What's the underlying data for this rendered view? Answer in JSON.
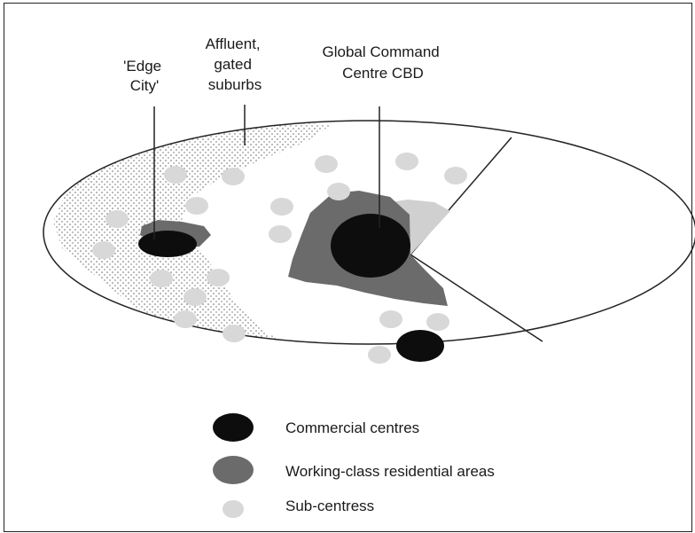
{
  "labels": {
    "edge_city": [
      "'Edge",
      "City'"
    ],
    "affluent_suburbs": [
      "Affluent,",
      "gated",
      "suburbs"
    ],
    "cbd": [
      "Global Command",
      "Centre CBD"
    ]
  },
  "legend": [
    {
      "key": "commercial",
      "label": "Commercial centres",
      "color": "#0d0d0d"
    },
    {
      "key": "working_class",
      "label": "Working-class residential areas",
      "color": "#6b6b6b"
    },
    {
      "key": "sub_centres",
      "label": "Sub-centress",
      "color": "#d8d8d8"
    }
  ],
  "colors": {
    "commercial": "#0d0d0d",
    "working_class": "#6b6b6b",
    "sub_centre": "#d8d8d8",
    "pale_sector": "#d0d0d0",
    "outline": "#222222",
    "stipple": "#555555"
  }
}
